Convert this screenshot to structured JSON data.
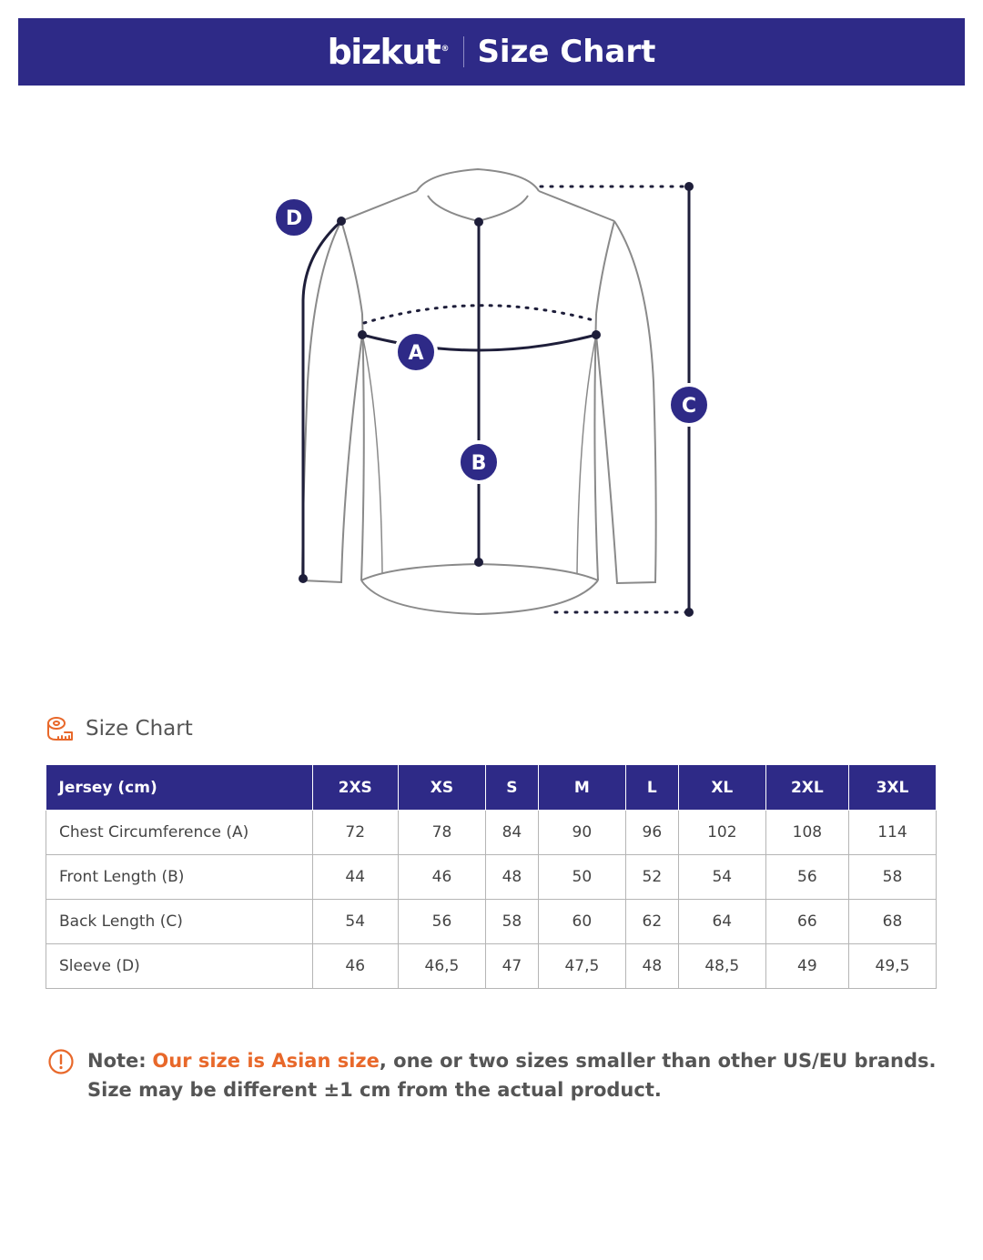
{
  "header": {
    "brand": "bizkut",
    "brand_mark": "®",
    "title": "Size Chart"
  },
  "diagram": {
    "markers": [
      "A",
      "B",
      "C",
      "D"
    ]
  },
  "section": {
    "icon": "measuring-tape-icon",
    "label": "Size Chart"
  },
  "table": {
    "columns": [
      "Jersey (cm)",
      "2XS",
      "XS",
      "S",
      "M",
      "L",
      "XL",
      "2XL",
      "3XL"
    ],
    "rows": [
      [
        "Chest Circumference (A)",
        "72",
        "78",
        "84",
        "90",
        "96",
        "102",
        "108",
        "114"
      ],
      [
        "Front Length (B)",
        "44",
        "46",
        "48",
        "50",
        "52",
        "54",
        "56",
        "58"
      ],
      [
        "Back Length (C)",
        "54",
        "56",
        "58",
        "60",
        "62",
        "64",
        "66",
        "68"
      ],
      [
        "Sleeve (D)",
        "46",
        "46,5",
        "47",
        "47,5",
        "48",
        "48,5",
        "49",
        "49,5"
      ]
    ]
  },
  "note": {
    "icon": "alert-circle-icon",
    "label": "Note:",
    "highlight": "Our size is Asian size",
    "rest": ", one or two sizes smaller than other US/EU brands.",
    "line2": "Size may be different ±1 cm from the actual product."
  },
  "colors": {
    "brand": "#2e2a87",
    "accent": "#e8682a"
  }
}
